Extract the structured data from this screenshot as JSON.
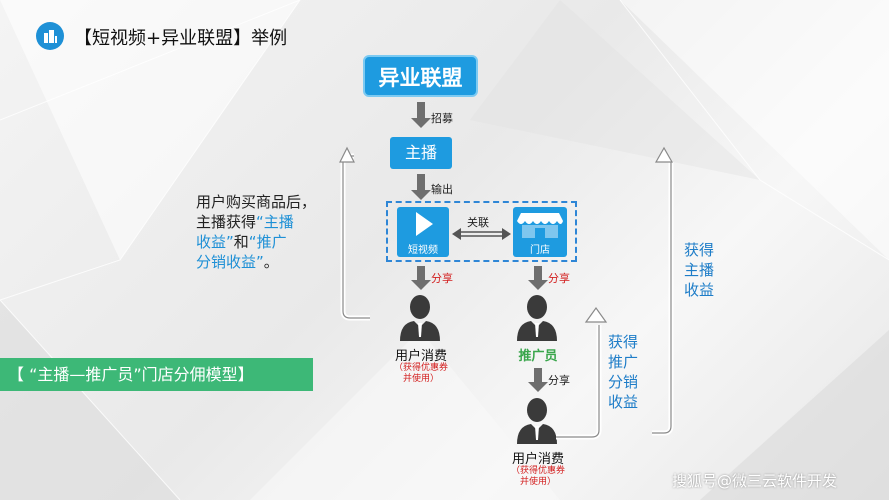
{
  "title": "【短视频+异业联盟】举例",
  "alliance_box": "异业联盟",
  "recruit_label": "招募",
  "anchor_box": "主播",
  "output_label": "输出",
  "short_video_label": "短视频",
  "store_label": "门店",
  "link_label": "关联",
  "share_label": "分享",
  "left_note": {
    "line1": "用户购买商品后，",
    "line2_a": "主播获得",
    "line2_b": "“主播",
    "line3_a": "收益”",
    "line3_b": "和",
    "line3_c": "“推广",
    "line4_a": "分销收益”",
    "line4_b": "。"
  },
  "consumer_label": "用户消费",
  "consumer_note_1": "（获得优惠券",
  "consumer_note_2": "并使用）",
  "promoter_label": "推广员",
  "model_bar": "【 “主播—推广员”门店分佣模型】",
  "right_inner": [
    "获得",
    "推广",
    "分销",
    "收益"
  ],
  "right_outer": [
    "获得",
    "主播",
    "收益"
  ],
  "watermark": "搜狐号@微三云软件开发",
  "colors": {
    "primary_blue": "#1e9be0",
    "green": "#3db877",
    "promoter_green": "#3aa64c",
    "red": "#d32020"
  }
}
